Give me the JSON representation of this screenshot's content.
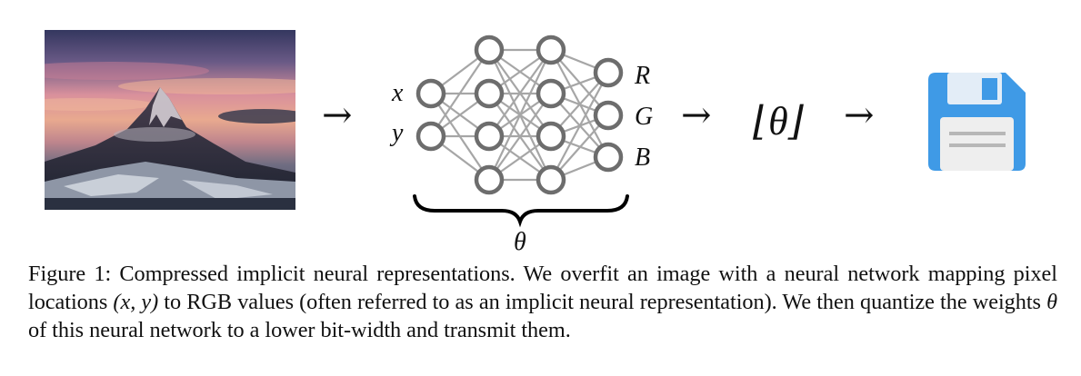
{
  "figure": {
    "input_labels": [
      "x",
      "y"
    ],
    "output_labels": [
      "R",
      "G",
      "B"
    ],
    "weights_symbol": "θ",
    "quantized_weights": "⌊θ⌋",
    "arrow_glyph": "→",
    "icon": "floppy-disk-save-icon",
    "colors": {
      "sky_top": "#3c3d6b",
      "sky_pink": "#e39a9f",
      "sky_orange": "#e9b08c",
      "floppy_body": "#3f9ae6",
      "floppy_label": "#eeeeee",
      "network_node": "#6d6d6d",
      "network_edge": "#a6a6a6"
    }
  },
  "caption": {
    "prefix": "Figure 1: Compressed implicit neural representations. We overfit an image with a neural network mapping pixel locations ",
    "math_xy": "(x, y)",
    "middle": " to RGB values (often referred to as an implicit neural representation). We then quantize the weights ",
    "math_theta": "θ",
    "suffix": " of this neural network to a lower bit-width and transmit them."
  }
}
